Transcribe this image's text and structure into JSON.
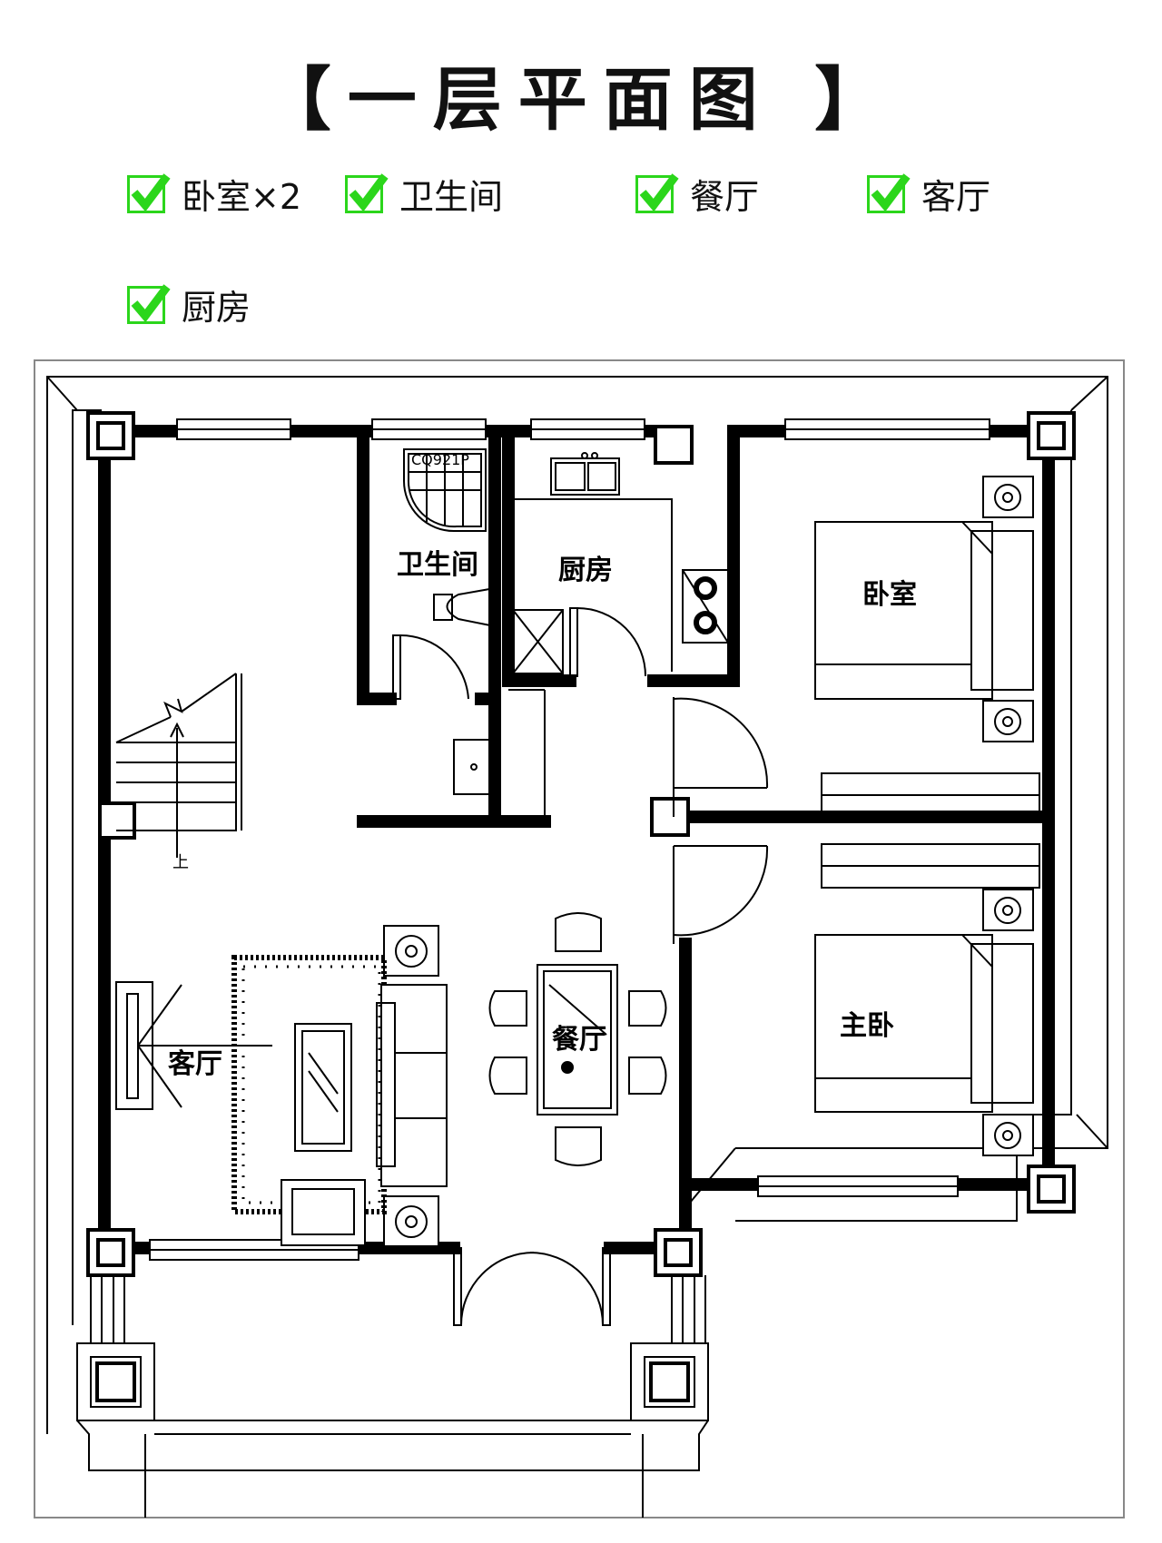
{
  "title": "【一层平面图 】",
  "features": [
    {
      "label": "卧室×2",
      "checked": true
    },
    {
      "label": "卫生间",
      "checked": true
    },
    {
      "label": "餐厅",
      "checked": true
    },
    {
      "label": "客厅",
      "checked": true
    },
    {
      "label": "厨房",
      "checked": true
    }
  ],
  "rooms": {
    "bathroom": "卫生间",
    "kitchen": "厨房",
    "bedroom": "卧室",
    "master_bedroom": "主卧",
    "living_room": "客厅",
    "dining_room": "餐厅",
    "stairs_up": "上",
    "toilet_code": "CQ921P"
  },
  "colors": {
    "check": "#2bd61b",
    "line": "#000000"
  }
}
